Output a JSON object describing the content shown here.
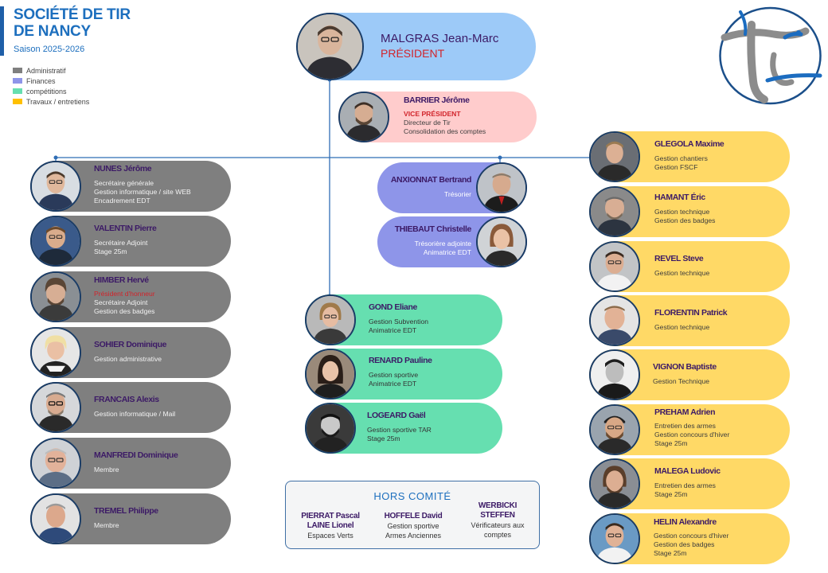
{
  "header": {
    "title_line1": "SOCIÉTÉ DE TIR",
    "title_line2": "DE NANCY",
    "season": "Saison 2025-2026"
  },
  "legend": [
    {
      "label": "Administratif",
      "color": "#7f7f7f"
    },
    {
      "label": "Finances",
      "color": "#8e95e9"
    },
    {
      "label": "compétitions",
      "color": "#66dfb0"
    },
    {
      "label": "Travaux / entretiens",
      "color": "#ffc000"
    }
  ],
  "president": {
    "name": "MALGRAS Jean-Marc",
    "title": "PRÉSIDENT"
  },
  "vice_president": {
    "name": "BARRIER Jérôme",
    "title": "VICE PRÉSIDENT",
    "roles": [
      "Directeur de Tir",
      "Consolidation des comptes"
    ]
  },
  "admin": [
    {
      "name": "NUNES Jérôme",
      "roles": [
        "Secrétaire générale",
        "Gestion informatique / site WEB",
        "Encadrement EDT"
      ]
    },
    {
      "name": "VALENTIN Pierre",
      "roles": [
        "Secrétaire Adjoint",
        "Stage 25m"
      ]
    },
    {
      "name": "HIMBER Hervé",
      "honor": "Président d'honneur",
      "roles": [
        "Secrétaire Adjoint",
        "Gestion des badges"
      ]
    },
    {
      "name": "SOHIER Dominique",
      "roles": [
        "Gestion administrative"
      ]
    },
    {
      "name": "FRANCAIS Alexis",
      "roles": [
        "Gestion informatique / Mail"
      ]
    },
    {
      "name": "MANFREDI Dominique",
      "roles": [
        "Membre"
      ]
    },
    {
      "name": "TREMEL Philippe",
      "roles": [
        "Membre"
      ]
    }
  ],
  "finances": [
    {
      "name": "ANXIONNAT Bertrand",
      "roles": [
        "Trésorier"
      ]
    },
    {
      "name": "THIEBAUT Christelle",
      "roles": [
        "Trésorière adjointe",
        "Animatrice EDT"
      ]
    }
  ],
  "competitions": [
    {
      "name": "GOND Eliane",
      "roles": [
        "Gestion Subvention",
        "Animatrice EDT"
      ]
    },
    {
      "name": "RENARD Pauline",
      "roles": [
        "Gestion sportive",
        "Animatrice EDT"
      ]
    },
    {
      "name": "LOGEARD Gaël",
      "roles": [
        "Gestion sportive TAR",
        "Stage 25m"
      ]
    }
  ],
  "travaux": [
    {
      "name": "GLEGOLA Maxime",
      "roles": [
        "Gestion chantiers",
        "Gestion FSCF"
      ]
    },
    {
      "name": "HAMANT Éric",
      "roles": [
        "Gestion technique",
        "Gestion des badges"
      ]
    },
    {
      "name": "REVEL Steve",
      "roles": [
        "Gestion technique"
      ]
    },
    {
      "name": "FLORENTIN Patrick",
      "roles": [
        "Gestion technique"
      ]
    },
    {
      "name": "VIGNON Baptiste",
      "roles": [
        "Gestion Technique"
      ]
    },
    {
      "name": "PREHAM Adrien",
      "roles": [
        "Entretien des armes",
        "Gestion concours d'hiver",
        "Stage 25m"
      ]
    },
    {
      "name": "MALEGA Ludovic",
      "roles": [
        "Entretien des armes",
        "Stage 25m"
      ]
    },
    {
      "name": "HELIN Alexandre",
      "roles": [
        "Gestion concours d'hiver",
        "Gestion des badges",
        "Stage 25m"
      ]
    }
  ],
  "hors_comite": {
    "title": "HORS COMITÉ",
    "columns": [
      {
        "names": [
          "PIERRAT Pascal",
          "LAINE Lionel"
        ],
        "roles": [
          "Espaces Verts"
        ]
      },
      {
        "names": [
          "HOFFELE David"
        ],
        "roles": [
          "Gestion sportive",
          "Armes Anciennes"
        ]
      },
      {
        "names": [
          "WERBICKI",
          "STEFFEN"
        ],
        "roles": [
          "Vérificateurs aux",
          "comptes"
        ]
      }
    ]
  },
  "logo": {
    "icon": "tir-logo-emblem"
  }
}
